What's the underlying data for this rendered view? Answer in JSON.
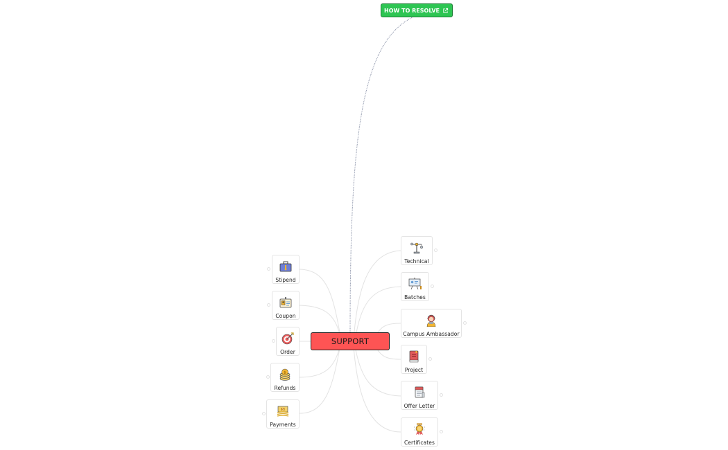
{
  "mindmap": {
    "root": {
      "label": "SUPPORT",
      "color": "#fe5454"
    },
    "linked_node": {
      "label": "HOW TO RESOLVE",
      "icon": "external-link-icon",
      "color": "#2ec553"
    },
    "left_branches": [
      {
        "label": "Stipend",
        "icon": "briefcase-icon"
      },
      {
        "label": "Coupon",
        "icon": "id-badge-icon"
      },
      {
        "label": "Order",
        "icon": "target-icon"
      },
      {
        "label": "Refunds",
        "icon": "coin-stack-icon"
      },
      {
        "label": "Payments",
        "icon": "cash-icon"
      }
    ],
    "right_branches": [
      {
        "label": "Technical",
        "icon": "balance-scale-icon"
      },
      {
        "label": "Batches",
        "icon": "presentation-board-icon"
      },
      {
        "label": "Campus Ambassador",
        "icon": "person-headset-icon"
      },
      {
        "label": "Project",
        "icon": "book-icon"
      },
      {
        "label": "Offer Letter",
        "icon": "document-icon"
      },
      {
        "label": "Certificates",
        "icon": "award-medal-icon"
      }
    ]
  }
}
